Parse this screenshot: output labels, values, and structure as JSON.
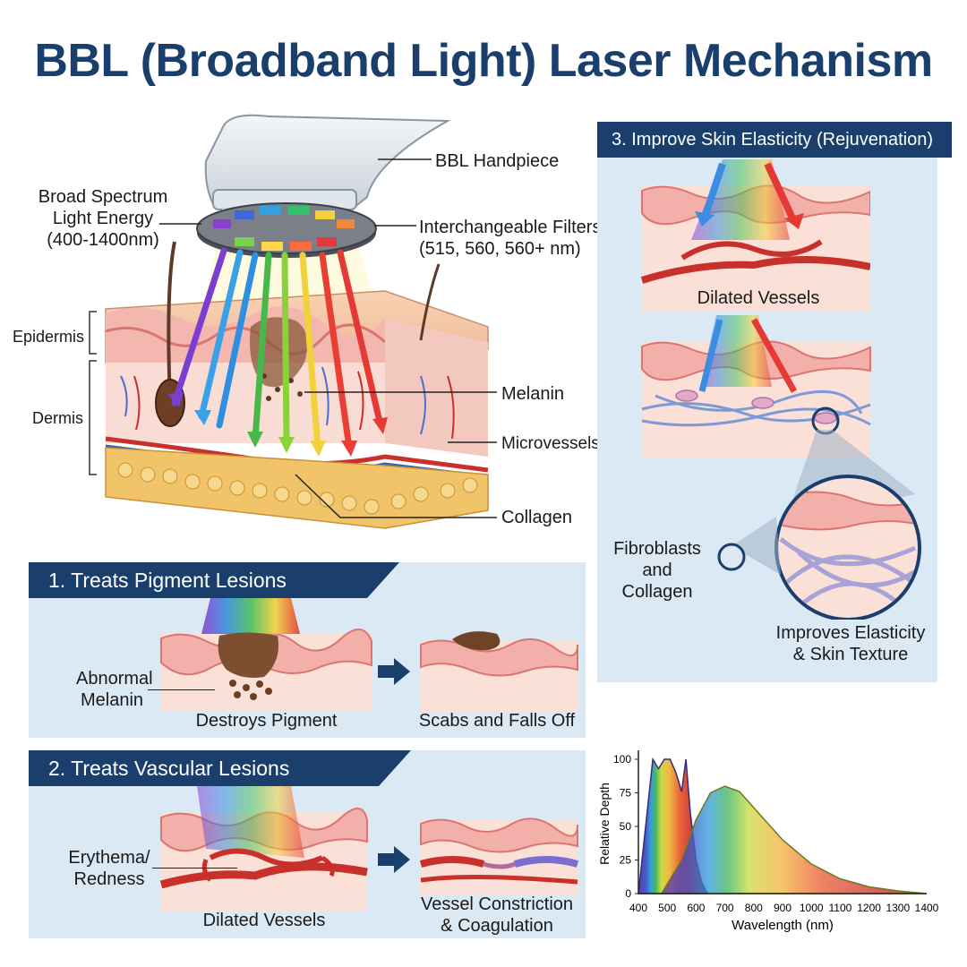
{
  "title": "BBL (Broadband Light) Laser Mechanism",
  "main_diagram": {
    "handpiece": "BBL Handpiece",
    "broad_spectrum": [
      "Broad Spectrum",
      "Light Energy",
      "(400-1400nm)"
    ],
    "filters": [
      "Interchangeable Filters",
      "(515, 560, 560+ nm)"
    ],
    "epidermis": "Epidermis",
    "dermis": "Dermis",
    "melanin": "Melanin",
    "microvessels": "Microvessels",
    "collagen": "Collagen"
  },
  "panel1": {
    "header": "1. Treats Pigment Lesions",
    "abnormal": [
      "Abnormal",
      "Melanin"
    ],
    "caption_left": "Destroys Pigment",
    "caption_right": "Scabs and Falls Off"
  },
  "panel2": {
    "header": "2. Treats Vascular Lesions",
    "erythema": [
      "Erythema/",
      "Redness"
    ],
    "caption_left": "Dilated Vessels",
    "caption_right": [
      "Vessel Constriction",
      "& Coagulation"
    ]
  },
  "panel3": {
    "header": "3. Improve Skin Elasticity (Rejuvenation)",
    "caption_top": "Dilated Vessels",
    "fibro": [
      "Fibroblasts",
      "and Collagen"
    ],
    "improves": [
      "Improves Elasticity",
      "& Skin Texture"
    ]
  },
  "colors": {
    "navy": "#1a3f6d",
    "panel": "#dbe9f4",
    "skin": "#f6c9bf",
    "vessel": "#c8302c"
  },
  "chart_data": {
    "type": "area",
    "ylabel": "Relative Depth",
    "xlabel": "Wavelength (nm)",
    "xlim": [
      400,
      1400
    ],
    "ylim": [
      0,
      100
    ],
    "x_ticks": [
      400,
      500,
      600,
      700,
      800,
      900,
      1000,
      1100,
      1200,
      1300,
      1400
    ],
    "y_ticks": [
      0,
      25,
      50,
      75,
      100
    ],
    "series": [
      {
        "x": [
          400,
          430,
          450,
          470,
          490,
          510,
          530,
          550,
          565,
          580,
          600,
          620,
          640
        ],
        "y": [
          0,
          60,
          100,
          93,
          100,
          100,
          90,
          76,
          100,
          60,
          25,
          8,
          0
        ]
      },
      {
        "x": [
          480,
          550,
          600,
          650,
          700,
          750,
          800,
          900,
          1000,
          1100,
          1200,
          1300,
          1400
        ],
        "y": [
          0,
          25,
          55,
          75,
          80,
          76,
          64,
          40,
          22,
          11,
          5,
          2,
          0
        ]
      }
    ]
  }
}
